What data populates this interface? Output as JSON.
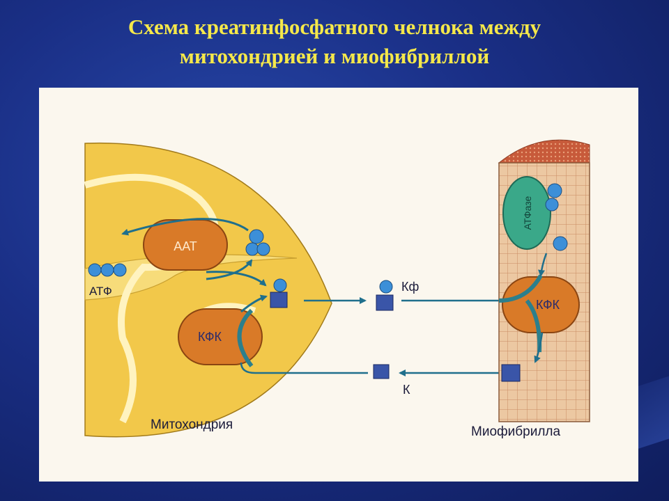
{
  "title": {
    "line1": "Схема креатинфосфатного челнока между",
    "line2": "митохондрией и миофибриллой"
  },
  "diagram": {
    "mitochondrion": {
      "label": "Митохондрия",
      "enzyme_aat": "ААТ",
      "enzyme_kfk": "КФК",
      "atp_label": "АТФ"
    },
    "shuttle": {
      "kf_label": "Кф",
      "k_label": "К"
    },
    "myofibril": {
      "label": "Миофибрилла",
      "atpase_label": "АТФазе",
      "enzyme_kfk": "КФК"
    },
    "colors": {
      "mitochondrion_fill": "#f2c84a",
      "matrix_fill": "#f7dc7a",
      "enzyme_fill": "#d97a28",
      "enzyme_edge": "#8a4512",
      "atpase_fill": "#3aa889",
      "molecule": "#3c8fd8",
      "cube": "#3a55a8",
      "arrow": "#1f6f8c",
      "myofibril_fill": "#e9c6a0",
      "myofibril_top": "#c65a3a"
    }
  }
}
